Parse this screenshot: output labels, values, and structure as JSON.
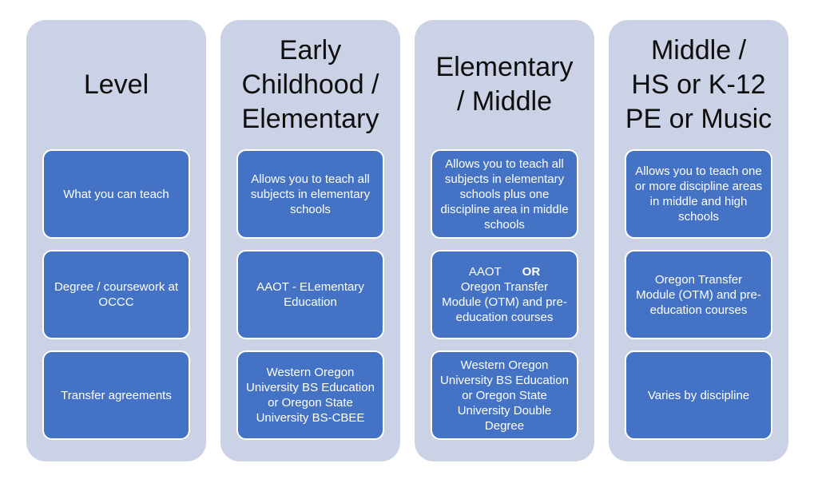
{
  "title": "Teaching pathways comparison diagram",
  "colors": {
    "column_bg": "#ccd2e5",
    "cell_bg": "#4472c4",
    "cell_border": "#ffffff",
    "header_text": "#0e0e0e",
    "cell_text": "#ffffff"
  },
  "columns": [
    {
      "header": "Level",
      "header_lines": [
        "Level"
      ],
      "cells": [
        "What you can teach",
        "Degree / coursework at OCCC",
        "Transfer agreements"
      ]
    },
    {
      "header": "Early Childhood / Elementary",
      "header_lines": [
        "Early",
        "Childhood /",
        "Elementary"
      ],
      "cells": [
        "Allows you to teach all subjects in elementary schools",
        "AAOT - ELementary Education",
        "Western Oregon University BS Education or Oregon State University BS-CBEE"
      ]
    },
    {
      "header": "Elementary / Middle",
      "header_lines": [
        "Elementary",
        "/ Middle"
      ],
      "cells": [
        "Allows you to teach all subjects in elementary schools plus one discipline area in middle schools",
        {
          "prefix": "AAOT",
          "bold": "OR",
          "rest": "Oregon Transfer Module (OTM) and pre-education courses"
        },
        "Western Oregon University BS Education or Oregon State University Double Degree"
      ]
    },
    {
      "header": "Middle / HS or K-12 PE or Music",
      "header_lines": [
        "Middle /",
        "HS or K-12",
        "PE or Music"
      ],
      "cells": [
        "Allows you to teach one or more discipline areas in middle and high schools",
        "Oregon Transfer Module (OTM) and pre-education courses",
        "Varies by discipline"
      ]
    }
  ]
}
